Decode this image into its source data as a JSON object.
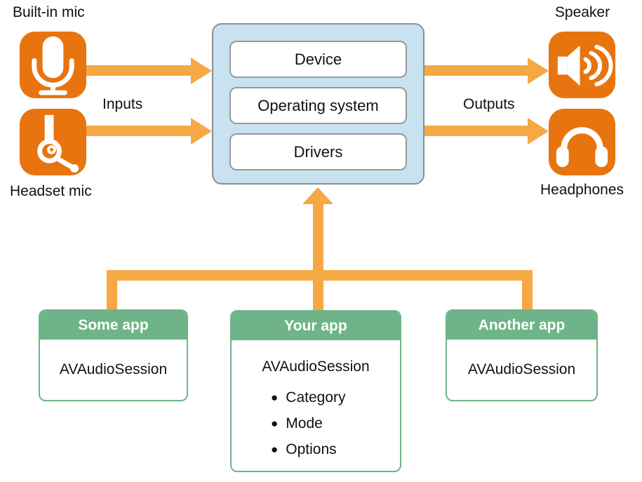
{
  "left": {
    "built_in_mic_label": "Built-in mic",
    "headset_mic_label": "Headset mic",
    "inputs_label": "Inputs"
  },
  "right": {
    "speaker_label": "Speaker",
    "headphones_label": "Headphones",
    "outputs_label": "Outputs"
  },
  "system_box": {
    "layers": [
      "Device",
      "Operating system",
      "Drivers"
    ]
  },
  "apps": [
    {
      "title": "Some app",
      "session": "AVAudioSession",
      "bullets": []
    },
    {
      "title": "Your app",
      "session": "AVAudioSession",
      "bullets": [
        "Category",
        "Mode",
        "Options"
      ]
    },
    {
      "title": "Another app",
      "session": "AVAudioSession",
      "bullets": []
    }
  ],
  "icons": [
    "microphone-icon",
    "headset-mic-icon",
    "speaker-icon",
    "headphones-icon"
  ],
  "colors": {
    "icon_orange": "#E8740F",
    "arrow_orange": "#F5A843",
    "app_green": "#6FB488",
    "system_blue": "#C8E3EF",
    "border_gray": "#8D8D92",
    "text": "#111111"
  }
}
